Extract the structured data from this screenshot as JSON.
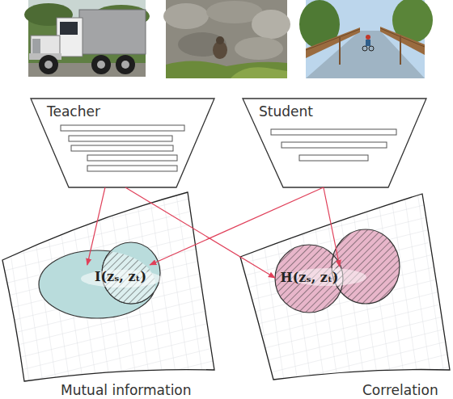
{
  "diagram": {
    "nodes": [
      {
        "text": [
          "Teacher"
        ]
      },
      {
        "text": [
          "Student"
        ]
      },
      {
        "text": [
          "Mutual information"
        ]
      },
      {
        "text": [
          "Correlation"
        ]
      },
      {
        "text": [
          "I(zₛ, zₜ)"
        ],
        "in": 2
      },
      {
        "text": [
          "H(zₛ, zₜ)"
        ],
        "in": 3
      }
    ],
    "edges": [
      {
        "from": 0,
        "to": 4,
        "arrow": "to"
      },
      {
        "from": 0,
        "to": 5,
        "arrow": "to"
      },
      {
        "from": 1,
        "to": 4,
        "arrow": "to"
      },
      {
        "from": 1,
        "to": 5,
        "arrow": "to"
      }
    ]
  }
}
